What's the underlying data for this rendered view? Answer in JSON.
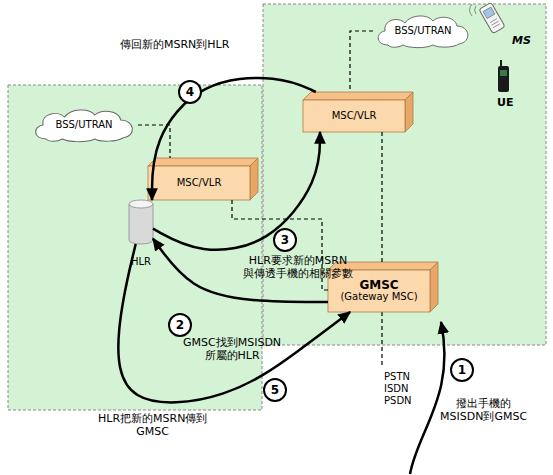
{
  "diagram": {
    "nodes": [
      {
        "text": [
          "BSS/UTRAN"
        ]
      },
      {
        "text": [
          "MSC/VLR"
        ]
      },
      {
        "text": [
          "BSS/UTRAN"
        ]
      },
      {
        "text": [
          "MSC/VLR"
        ]
      },
      {
        "text": [
          "HLR"
        ]
      },
      {
        "text": [
          "GMSC",
          "(Gateway MSC)"
        ]
      }
    ],
    "edges": [
      {
        "from": 0,
        "to": 1,
        "arrow": "none"
      },
      {
        "from": 2,
        "to": 3,
        "arrow": "none"
      },
      {
        "from": 3,
        "to": 5,
        "arrow": "none"
      },
      {
        "from": 1,
        "to": 5,
        "arrow": "none"
      },
      {
        "from": 5,
        "to": 4,
        "label": "GMSC找到MSISDN 所屬的HLR",
        "arrow": "to"
      },
      {
        "from": 4,
        "to": 1,
        "label": "HLR要求新的MSRN 與傳透手機的相關參數",
        "arrow": "to"
      },
      {
        "from": 1,
        "to": 4,
        "label": "傳回新的MSRN到HLR",
        "arrow": "to"
      },
      {
        "from": 4,
        "to": 5,
        "label": "HLR把新的MSRN傳到 GMSC",
        "arrow": "to"
      }
    ],
    "labels": [
      "MS",
      "UE",
      "PSTN ISDN PSDN",
      "撥出手機的 MSISDN到GMSC",
      "1",
      "2",
      "3",
      "4",
      "5"
    ]
  }
}
